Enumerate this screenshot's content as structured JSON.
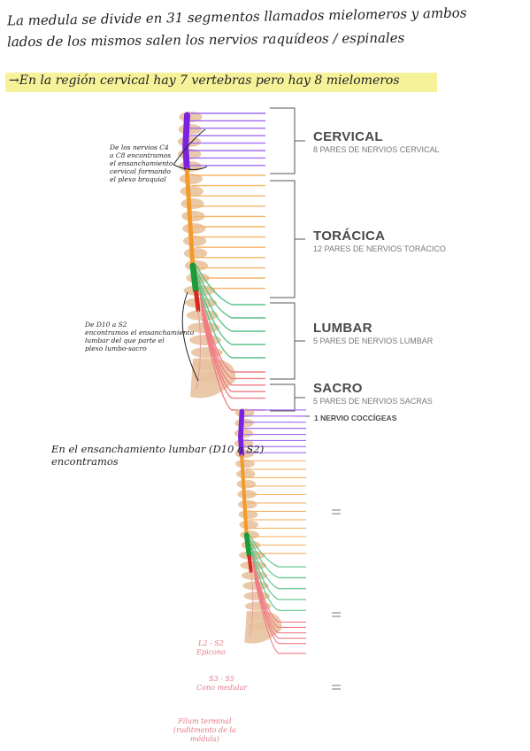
{
  "header": {
    "line1": "La medula se divide en 31 segmentos llamados mielomeros y ambos",
    "line2": "lados de los mismos salen los nervios raquídeos / espinales",
    "highlight": "→En la región cervical hay 7 vertebras pero hay 8 mielomeros"
  },
  "diagram1": {
    "regions": [
      {
        "name": "CERVICAL",
        "sub": "8 PARES DE NERVIOS CERVICAL"
      },
      {
        "name": "TORÁCICA",
        "sub": "12 PARES DE NERVIOS TORÁCICO"
      },
      {
        "name": "LUMBAR",
        "sub": "5 PARES DE NERVIOS LUMBAR"
      },
      {
        "name": "SACRO",
        "sub": "5 PARES DE NERVIOS SACRAS"
      }
    ],
    "coccygeal": "1 NERVIO COCCÍGEAS",
    "note_cervical": "De los nervios C4\na C8 encontramos\nel ensanchamiento\ncervical formando\nel plexo braquial",
    "note_lumbar": "De D10 a S2\nencontramos el ensanchamiento\nlumbar del que parte el\nplexo lumbo-sacro"
  },
  "diagram2": {
    "heading_line1": "En el ensanchamiento lumbar (D10 a S2)",
    "heading_line2": "encontramos",
    "notes": [
      "L2 - S2\nEpicono",
      "S3 - S5\nCono medular",
      "Filum terminal\n(ruditmento de la\nmédula)"
    ]
  },
  "colors": {
    "cervical": "#a06bf0",
    "thoracic": "#f7b46a",
    "lumbar": "#5cc28a",
    "sacral": "#ef7d86",
    "vertebra": "#e8c3a0",
    "highlight": "#f5f29a",
    "cord_cervical": "#7b22e0",
    "cord_thoracic": "#f39a2a",
    "cord_lumbar": "#1e9a3a",
    "cord_sacral": "#d6281f"
  }
}
